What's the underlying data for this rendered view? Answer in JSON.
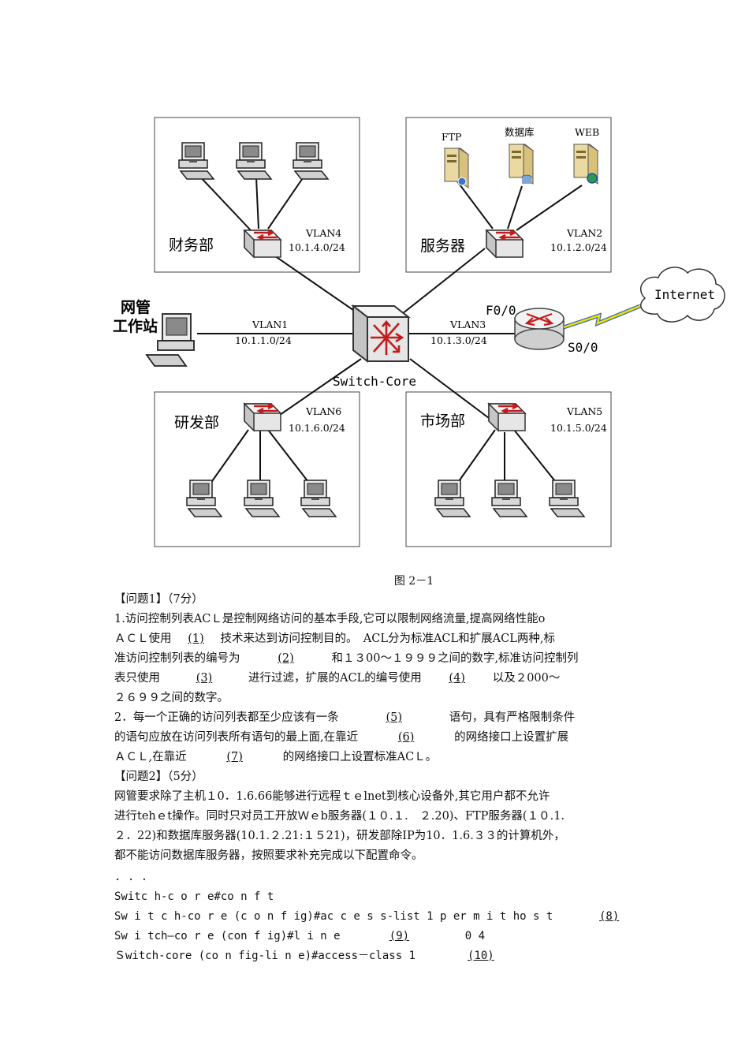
{
  "diagram": {
    "finance": {
      "name": "财务部",
      "vlan": "VLAN4",
      "subnet": "10.1.4.0/24"
    },
    "servers": {
      "name": "服务器",
      "vlan": "VLAN2",
      "subnet": "10.1.2.0/24",
      "ftp": "FTP",
      "db": "数据库",
      "web": "WEB"
    },
    "mgmt": {
      "line1": "网管",
      "line2": "工作站",
      "vlan": "VLAN1",
      "subnet": "10.1.1.0/24"
    },
    "core": {
      "name": "Switch-Core"
    },
    "router_link": {
      "vlan": "VLAN3",
      "subnet": "10.1.3.0/24",
      "f00": "F0/0",
      "s00": "S0/0"
    },
    "internet": "Internet",
    "rd": {
      "name": "研发部",
      "vlan": "VLAN6",
      "subnet": "10.1.6.0/24"
    },
    "market": {
      "name": "市场部",
      "vlan": "VLAN5",
      "subnet": "10.1.5.0/24"
    }
  },
  "caption": "图 2－1",
  "q1": {
    "title": "【问题1】（7分）",
    "l1": "1.访问控制列表ACＬ是控制网络访问的基本手段,它可以限制网络流量,提高网络性能o",
    "l2a": "ＡＣＬ使用",
    "b1": "(1)",
    "l2b": "技术来达到访问控制目的。　ACL分为标准ACL和扩展ACL两种,标",
    "l3a": "准访问控制列表的编号为",
    "b2": "(2)",
    "l3b": "和１３00～１９９９之间的数字,标准访问控制列",
    "l4a": "表只使用",
    "b3": "(3)",
    "l4b": "进行过滤，扩展的ACL的编号使用",
    "b4": "(4)",
    "l4c": "以及２000～",
    "l5": "２６９９之间的数字。",
    "l6a": "2．每一个正确的访问列表都至少应该有一条",
    "b5": "(5)",
    "l6b": "语句，具有严格限制条件",
    "l7a": "的语句应放在访问列表所有语句的最上面,在靠近",
    "b6": "(6)",
    "l7b": "的网络接口上设置扩展",
    "l8a": "ＡＣＬ,在靠近",
    "b7": "(7)",
    "l8b": "的网络接口上设置标准ACＬ。"
  },
  "q2": {
    "title": "【问题2】（5分）",
    "l1": "网管要求除了主机１0．1.6.66能够进行远程ｔｅlnet到核心设备外,其它用户都不允许",
    "l2": "进行tehｅt操作。同时只对员工开放Ｗｅb服务器(１０.１.　２.20)、FTP服务器(１０.1.",
    "l3": "２．22)和数据库服务器(10.1.２.21:１５21)，研发部除IP为10．1.6.３３的计算机外，",
    "l4": "都不能访问数据库服务器，按照要求补充完成以下配置命令。"
  },
  "cmds": {
    "dots": ". . .",
    "c1": "Switc h-c o r e#co n f  t",
    "c2a": "Sw i t c h-co r e (c o n f ig)#ac c e s s-list 1  p er m i t   ho s t",
    "b8": "(8)",
    "c3a": "Sw i tch—co r e  (con f ig)#l i n e",
    "b9": "(9)",
    "c3b": "0  4",
    "c4a": "Ｓwitch-core (co n fig-li n e)#access－class  1",
    "b10": "(10)"
  }
}
